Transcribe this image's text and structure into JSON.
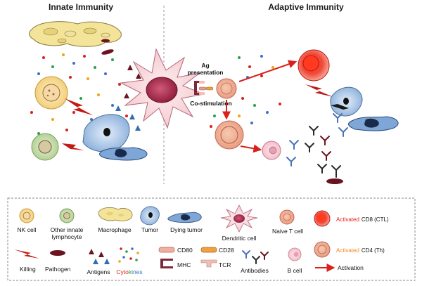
{
  "headers": {
    "innate": "Innate Immunity",
    "adaptive": "Adaptive Immunity"
  },
  "diagram_labels": {
    "ag": "Ag",
    "presentation": "presentation",
    "costim": "Co-stimulation"
  },
  "legend": {
    "nk": "NK cell",
    "other1": "Other innate",
    "other2": "lymphocyte",
    "macrophage": "Macrophage",
    "tumor": "Tumor",
    "dying": "Dying tumor",
    "dendritic": "Dendritic cell",
    "naive": "Naive T cell",
    "act_word": "Activated",
    "cd8": "CD8 (CTL)",
    "cd4": "CD4 (Th)",
    "killing": "Killing",
    "pathogen": "Pathogen",
    "antigens": "Antigens",
    "cyto_1": "Cyto",
    "cyto_2": "ki",
    "cyto_3": "nes",
    "cd80": "CD80",
    "cd28": "CD28",
    "mhc": "MHC",
    "tcr": "TCR",
    "antibodies": "Antibodies",
    "bcell": "B cell",
    "activation": "Activation"
  },
  "colors": {
    "activated_red": "#e8231c",
    "activated_orange": "#f08a1c",
    "arrow_red": "#d9201a",
    "tumor_blue": "#8fb4dd"
  }
}
